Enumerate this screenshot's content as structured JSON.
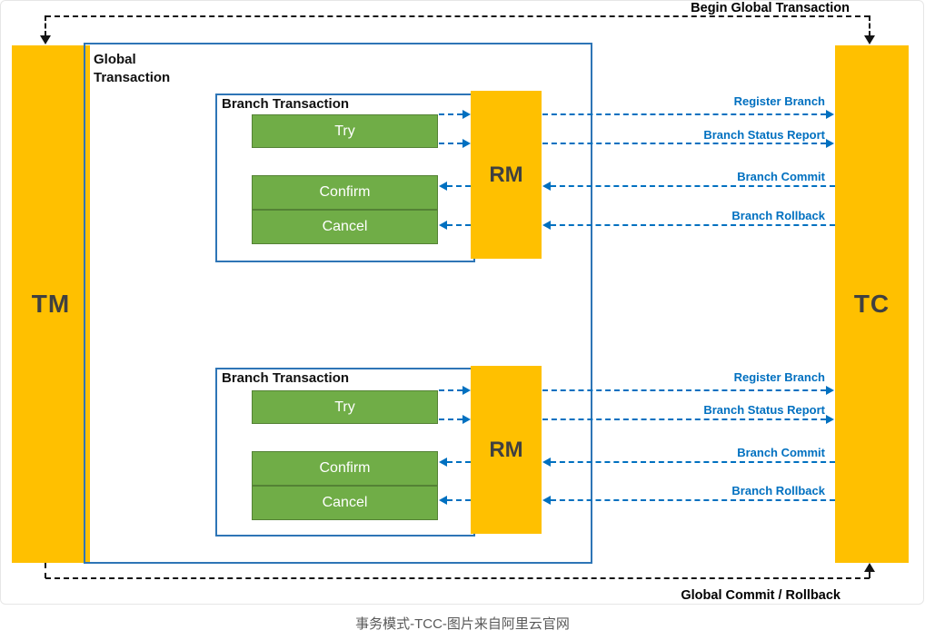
{
  "nodes": {
    "tm": "TM",
    "tc": "TC",
    "global_transaction": "Global Transaction"
  },
  "global_flows": {
    "begin": "Begin Global Transaction",
    "commit_rollback": "Global Commit / Rollback"
  },
  "branches": [
    {
      "title": "Branch Transaction",
      "rm": "RM",
      "actions": {
        "try": "Try",
        "confirm": "Confirm",
        "cancel": "Cancel"
      },
      "messages": {
        "register": "Register Branch",
        "status": "Branch Status Report",
        "commit": "Branch Commit",
        "rollback": "Branch Rollback"
      }
    },
    {
      "title": "Branch Transaction",
      "rm": "RM",
      "actions": {
        "try": "Try",
        "confirm": "Confirm",
        "cancel": "Cancel"
      },
      "messages": {
        "register": "Register Branch",
        "status": "Branch Status Report",
        "commit": "Branch Commit",
        "rollback": "Branch Rollback"
      }
    }
  ],
  "caption": "事务模式-TCC-图片来自阿里云官网",
  "colors": {
    "node_yellow": "#FFC000",
    "action_green": "#70AD47",
    "message_blue": "#0070C0",
    "box_border_blue": "#2E75B6"
  }
}
